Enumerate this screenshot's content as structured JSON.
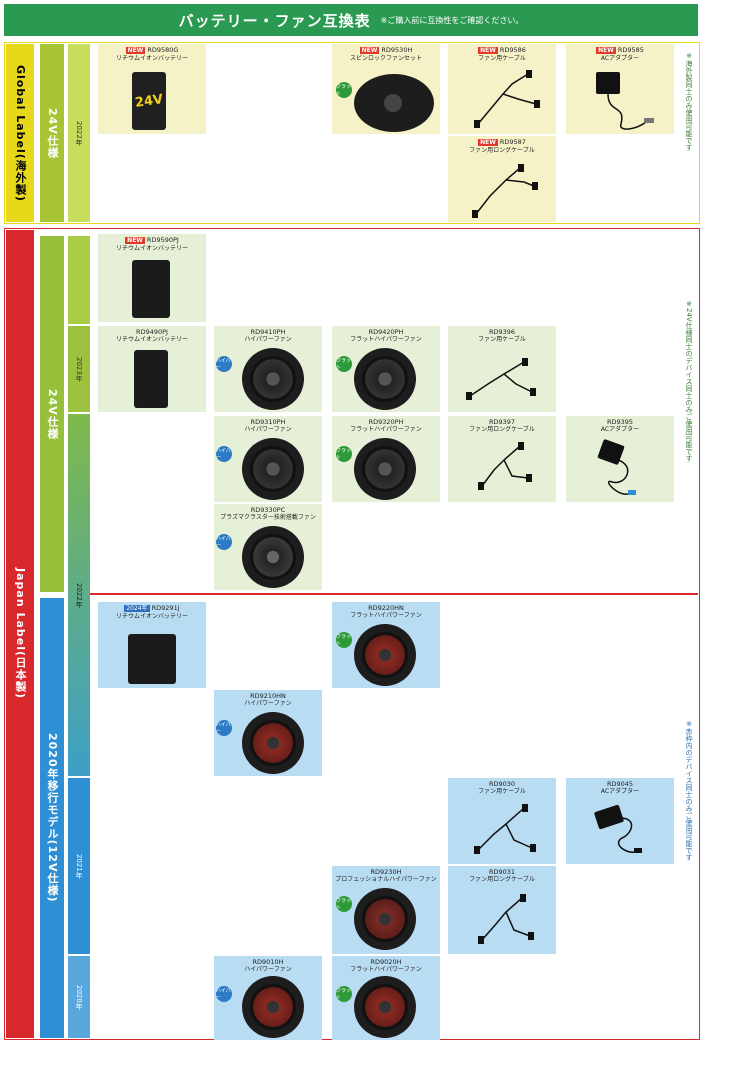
{
  "header": {
    "title": "バッテリー・ファン互換表",
    "note": "※ご購入前に互換性をご確認ください。"
  },
  "sections": {
    "global_label": "Global Label(海外製)",
    "japan_label": "Japan Label(日本製)",
    "spec_24v_global": "24V仕様",
    "spec_24v_japan": "24V仕様",
    "spec_12v": "2020年移行モデル(12V仕様)"
  },
  "years": {
    "g2022": "2022年",
    "j2023": "2023年",
    "j2022": "2022年",
    "j2021": "2021年",
    "j2020": "2020年"
  },
  "badges": {
    "new": "NEW",
    "flat": "フラット",
    "high": "ハイパー",
    "y2024": "2024年"
  },
  "notes": {
    "global": "※海外製同士のみ使用可能です",
    "japan24": "※24V仕様同士のデバイス同士のみご使用可能です",
    "japan12": "※赤枠内のデバイス同士のみご使用可能です"
  },
  "products": {
    "rd9580g": {
      "code": "RD9580G",
      "name": "リチウムイオンバッテリー"
    },
    "rd9530h": {
      "code": "RD9530H",
      "name": "スピンロックファンセット"
    },
    "rd9586": {
      "code": "RD9586",
      "name": "ファン用ケーブル"
    },
    "rd9585": {
      "code": "RD9585",
      "name": "ACアダプター"
    },
    "rd9587": {
      "code": "RD9587",
      "name": "ファン用ロングケーブル"
    },
    "rd9590pj": {
      "code": "RD9590PJ",
      "name": "リチウムイオンバッテリー"
    },
    "rd9490pj": {
      "code": "RD9490PJ",
      "name": "リチウムイオンバッテリー"
    },
    "rd9410ph": {
      "code": "RD9410PH",
      "name": "ハイパワーファン"
    },
    "rd9420ph": {
      "code": "RD9420PH",
      "name": "フラットハイパワーファン"
    },
    "rd9396": {
      "code": "RD9396",
      "name": "ファン用ケーブル"
    },
    "rd9310ph": {
      "code": "RD9310PH",
      "name": "ハイパワーファン"
    },
    "rd9320ph": {
      "code": "RD9320PH",
      "name": "フラットハイパワーファン"
    },
    "rd9397": {
      "code": "RD9397",
      "name": "ファン用ロングケーブル"
    },
    "rd9395": {
      "code": "RD9395",
      "name": "ACアダプター"
    },
    "rd9330pc": {
      "code": "RD9330PC",
      "name": "プラズマクラスター技術搭載ファン"
    },
    "rd9291j": {
      "code": "RD9291J",
      "name": "リチウムイオンバッテリー"
    },
    "rd9220hn": {
      "code": "RD9220HN",
      "name": "フラットハイパワーファン"
    },
    "rd9210hn": {
      "code": "RD9210HN",
      "name": "ハイパワーファン"
    },
    "rd9030": {
      "code": "RD9030",
      "name": "ファン用ケーブル"
    },
    "rd9045": {
      "code": "RD9045",
      "name": "ACアダプター"
    },
    "rd9230h": {
      "code": "RD9230H",
      "name": "プロフェッショナルハイパワーファン"
    },
    "rd9031": {
      "code": "RD9031",
      "name": "ファン用ロングケーブル"
    },
    "rd9010h": {
      "code": "RD9010H",
      "name": "ハイパワーファン"
    },
    "rd9020h": {
      "code": "RD9020H",
      "name": "フラットハイパワーファン"
    }
  },
  "battery_label": "24V",
  "colors": {
    "header_green": "#2a9a52",
    "global_yellow": "#e8d81a",
    "global_green": "#a6c433",
    "japan_red": "#d8282c",
    "japan_green": "#96c03a",
    "japan_blue": "#2f8fd4",
    "cell_yellow": "#f6f2c7",
    "cell_green": "#e6f0d6",
    "cell_blue": "#b8dcf2"
  }
}
